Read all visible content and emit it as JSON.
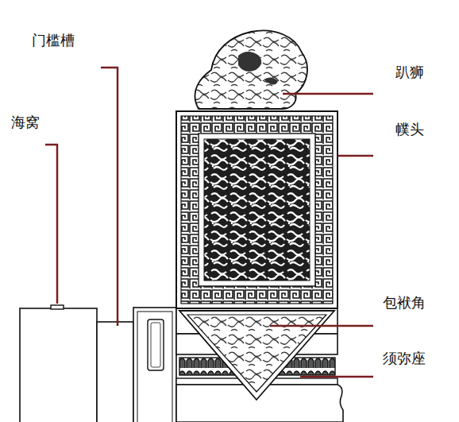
{
  "diagram": {
    "labels": [
      "门槛槽",
      "海窝",
      "趴狮",
      "幞头",
      "包袱角",
      "须弥座"
    ]
  }
}
